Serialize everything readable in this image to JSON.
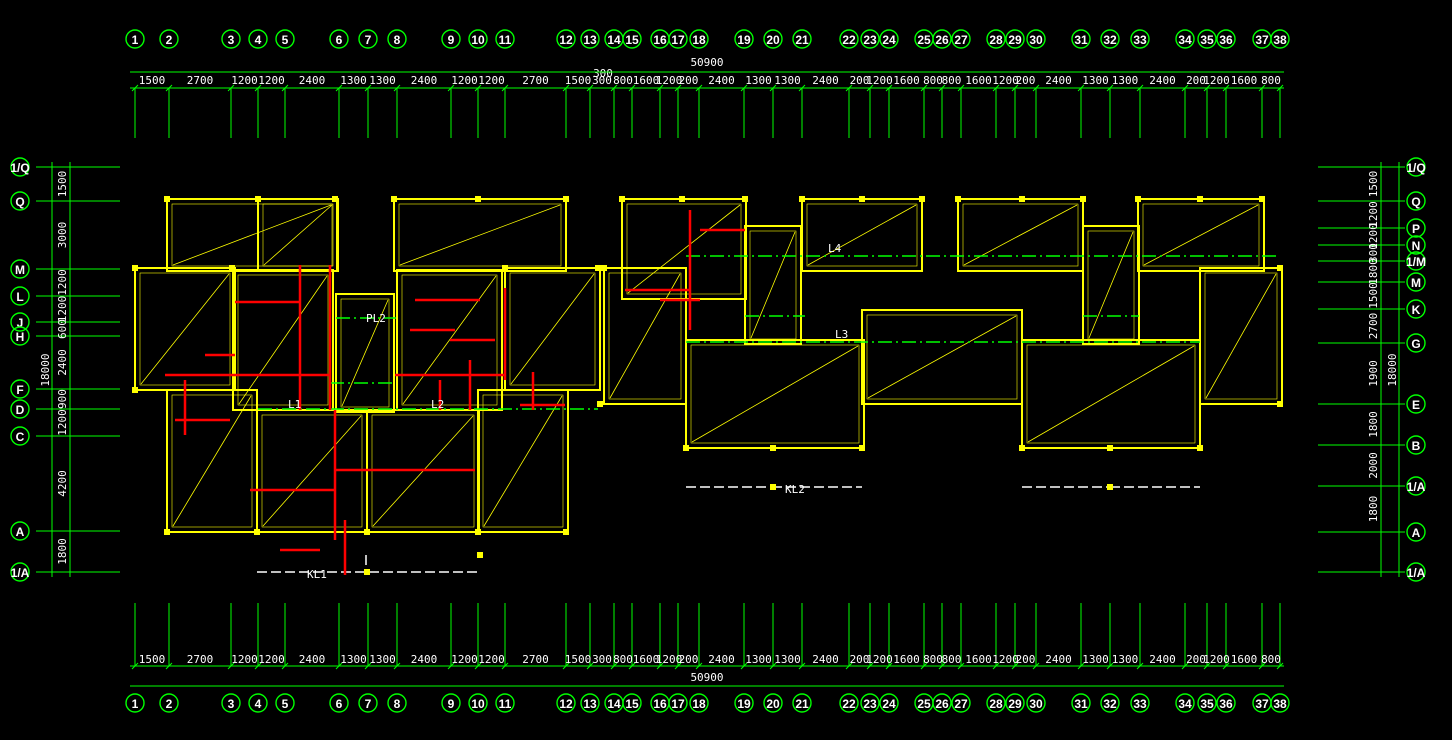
{
  "drawing": {
    "overall_dimension_top": "50900",
    "overall_dimension_bottom": "50900",
    "stray_dimension_top": "300",
    "colors": {
      "background": "#000000",
      "grid_line": "#00ff00",
      "wall": "#ffff00",
      "beam": "#ff0000",
      "text": "#ffffff",
      "column": "#ffff00"
    }
  },
  "vertical_axes": [
    "1",
    "2",
    "3",
    "4",
    "5",
    "6",
    "7",
    "8",
    "9",
    "10",
    "11",
    "12",
    "13",
    "14",
    "15",
    "16",
    "17",
    "18",
    "19",
    "20",
    "21",
    "22",
    "23",
    "24",
    "25",
    "26",
    "27",
    "28",
    "29",
    "30",
    "31",
    "32",
    "33",
    "34",
    "35",
    "36",
    "37",
    "38"
  ],
  "top_segments": [
    "1500",
    "2700",
    "1200",
    "1200",
    "2400",
    "1300",
    "1300",
    "2400",
    "1200",
    "1200",
    "2700",
    "1500",
    "300",
    "800",
    "1600",
    "1200",
    "200",
    "2400",
    "1300",
    "1300",
    "2400",
    "200",
    "1200",
    "1600",
    "800",
    "800",
    "1600",
    "1200",
    "200",
    "2400",
    "1300",
    "1300",
    "2400",
    "200",
    "1200",
    "1600",
    "800"
  ],
  "bottom_segments": [
    "1500",
    "2700",
    "1200",
    "1200",
    "2400",
    "1300",
    "1300",
    "2400",
    "1200",
    "1200",
    "2700",
    "1500",
    "300",
    "800",
    "1600",
    "1200",
    "200",
    "2400",
    "1300",
    "1300",
    "2400",
    "200",
    "1200",
    "1600",
    "800",
    "800",
    "1600",
    "1200",
    "200",
    "2400",
    "1300",
    "1300",
    "2400",
    "200",
    "1200",
    "1600",
    "800"
  ],
  "left_axes": [
    "1/Q",
    "Q",
    "M",
    "L",
    "J",
    "H",
    "F",
    "D",
    "C",
    "A",
    "1/A"
  ],
  "left_segments": [
    "1500",
    "3000",
    "1200",
    "1200",
    "600",
    "2400",
    "900",
    "1200",
    "4200",
    "1800"
  ],
  "left_total": "18000",
  "right_axes": [
    "1/Q",
    "Q",
    "P",
    "N",
    "1/M",
    "M",
    "K",
    "G",
    "E",
    "B",
    "1/A",
    "A",
    "1/A"
  ],
  "right_segments": [
    "1500",
    "1200",
    "1200",
    "300",
    "1800",
    "1500",
    "2700",
    "1900",
    "1800",
    "2000",
    "1800"
  ],
  "right_total": "18000",
  "beam_labels": [
    "L1",
    "L2",
    "L3",
    "L4",
    "PL2",
    "KL1",
    "KL2"
  ]
}
